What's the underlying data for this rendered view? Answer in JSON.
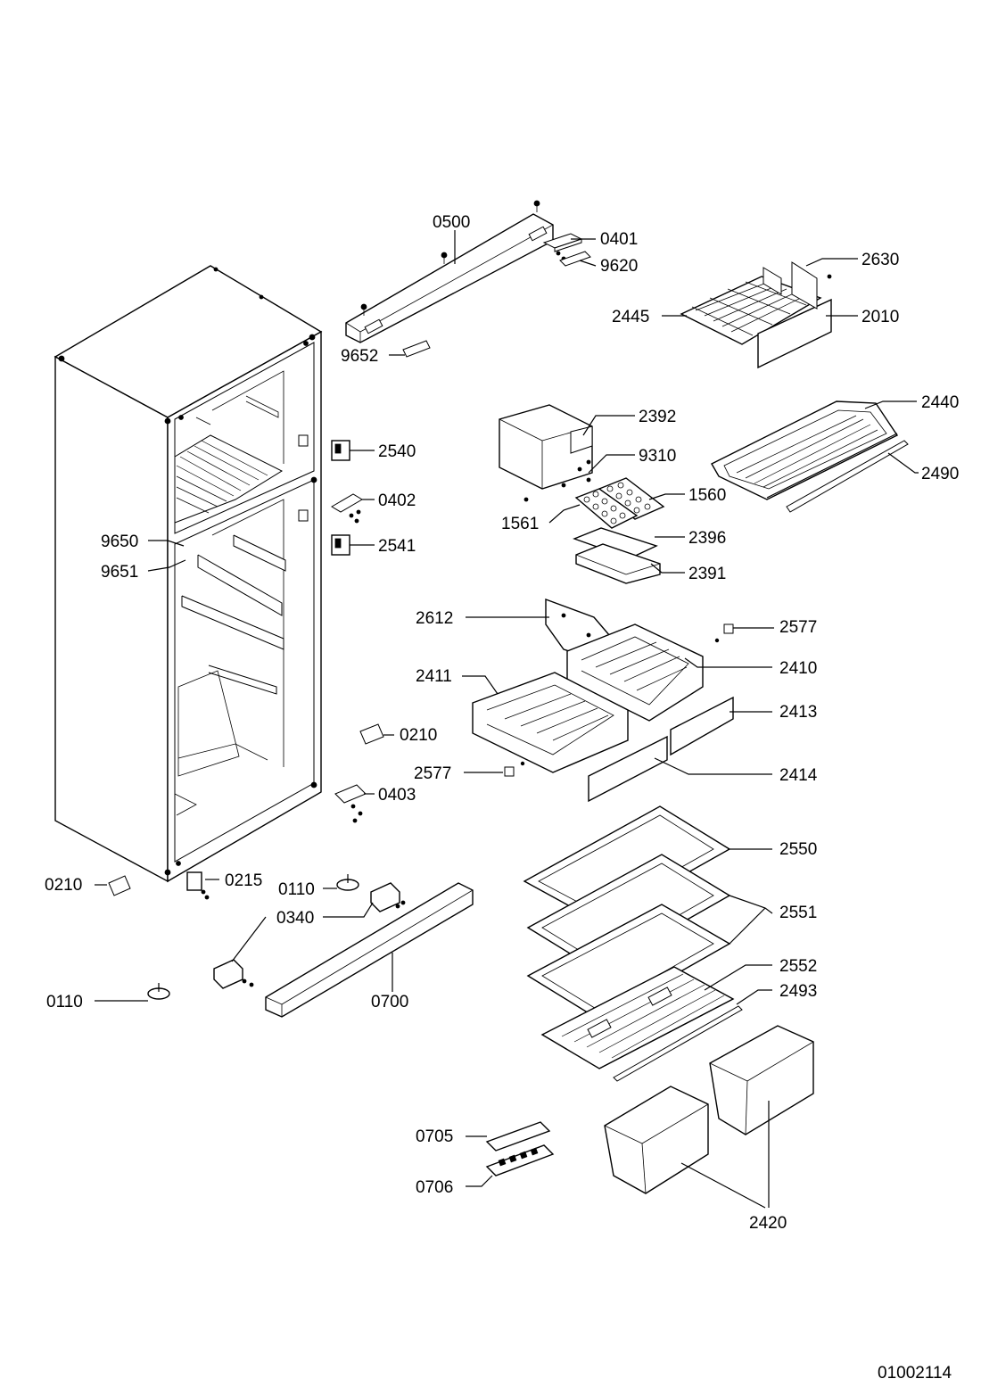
{
  "drawing_number": "01002114",
  "callouts": [
    {
      "id": "c0500",
      "label": "0500"
    },
    {
      "id": "c0401",
      "label": "0401"
    },
    {
      "id": "c9620",
      "label": "9620"
    },
    {
      "id": "c2630",
      "label": "2630"
    },
    {
      "id": "c2445",
      "label": "2445"
    },
    {
      "id": "c2010",
      "label": "2010"
    },
    {
      "id": "c9652",
      "label": "9652"
    },
    {
      "id": "c2392",
      "label": "2392"
    },
    {
      "id": "c2440",
      "label": "2440"
    },
    {
      "id": "c9310",
      "label": "9310"
    },
    {
      "id": "c2490",
      "label": "2490"
    },
    {
      "id": "c1560",
      "label": "1560"
    },
    {
      "id": "c1561",
      "label": "1561"
    },
    {
      "id": "c2396",
      "label": "2396"
    },
    {
      "id": "c2391",
      "label": "2391"
    },
    {
      "id": "c2540",
      "label": "2540"
    },
    {
      "id": "c0402",
      "label": "0402"
    },
    {
      "id": "c2541",
      "label": "2541"
    },
    {
      "id": "c9650",
      "label": "9650"
    },
    {
      "id": "c9651",
      "label": "9651"
    },
    {
      "id": "c2612",
      "label": "2612"
    },
    {
      "id": "c2577a",
      "label": "2577"
    },
    {
      "id": "c2411",
      "label": "2411"
    },
    {
      "id": "c2410",
      "label": "2410"
    },
    {
      "id": "c2413",
      "label": "2413"
    },
    {
      "id": "c0210a",
      "label": "0210"
    },
    {
      "id": "c2577b",
      "label": "2577"
    },
    {
      "id": "c2414",
      "label": "2414"
    },
    {
      "id": "c0403",
      "label": "0403"
    },
    {
      "id": "c2550",
      "label": "2550"
    },
    {
      "id": "c0210b",
      "label": "0210"
    },
    {
      "id": "c0215",
      "label": "0215"
    },
    {
      "id": "c0110a",
      "label": "0110"
    },
    {
      "id": "c0340",
      "label": "0340"
    },
    {
      "id": "c2551",
      "label": "2551"
    },
    {
      "id": "c2552",
      "label": "2552"
    },
    {
      "id": "c2493",
      "label": "2493"
    },
    {
      "id": "c0110b",
      "label": "0110"
    },
    {
      "id": "c0700",
      "label": "0700"
    },
    {
      "id": "c0705",
      "label": "0705"
    },
    {
      "id": "c0706",
      "label": "0706"
    },
    {
      "id": "c2420",
      "label": "2420"
    }
  ]
}
